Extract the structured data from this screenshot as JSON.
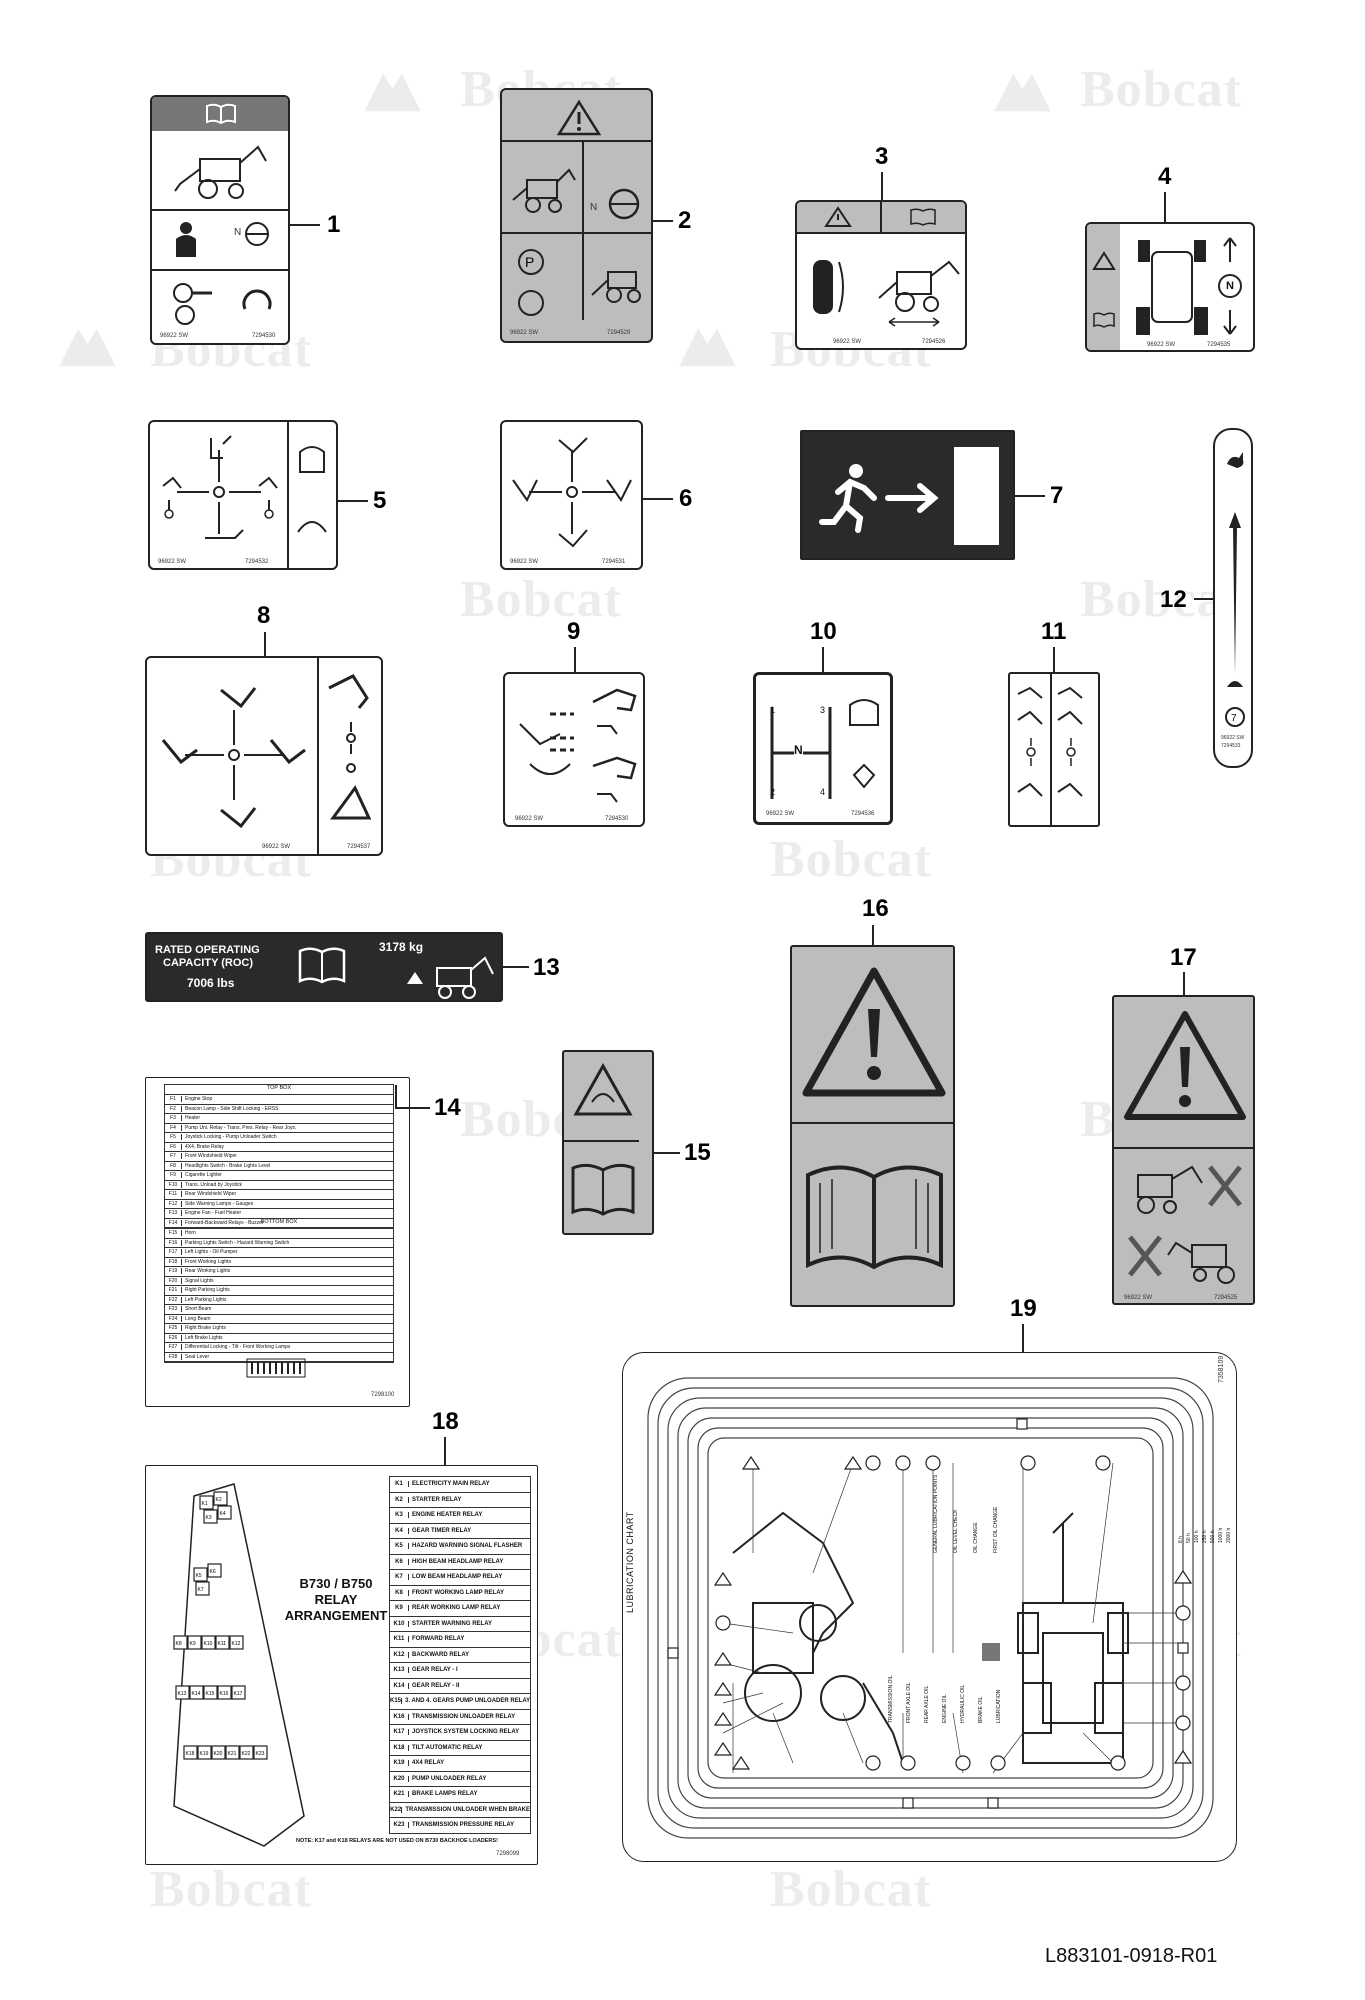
{
  "watermark_text": "Bobcat",
  "figure_code": "L883101-0918-R01",
  "callouts": [
    "1",
    "2",
    "3",
    "4",
    "5",
    "6",
    "7",
    "8",
    "9",
    "10",
    "11",
    "12",
    "13",
    "14",
    "15",
    "16",
    "17",
    "18",
    "19"
  ],
  "decal_codes": {
    "d1": [
      "96922 SW",
      "7294530"
    ],
    "d2": [
      "96922 SW",
      "7294529"
    ],
    "d3": [
      "96922 SW",
      "7294526"
    ],
    "d4": [
      "96922 SW",
      "7294535"
    ],
    "d5": [
      "96922 SW",
      "7294532"
    ],
    "d6": [
      "96922 SW",
      "7294531"
    ],
    "d8": [
      "96922 SW",
      "7294537"
    ],
    "d9": [
      "96922 SW",
      "7294530"
    ],
    "d10": [
      "96922 SW",
      "7294536"
    ],
    "d12": [
      "96922 SW",
      "7294533"
    ],
    "d17": [
      "96922 SW",
      "7294525"
    ],
    "d14": "7298100",
    "d18": "7298099",
    "d19": "7358109"
  },
  "decal13": {
    "line1": "RATED OPERATING",
    "line2": "CAPACITY (ROC)",
    "kg": "3178 kg",
    "lbs": "7006 lbs"
  },
  "decal10_labels": [
    "1",
    "3",
    "N",
    "2",
    "4"
  ],
  "decal4_label": "N",
  "decal2_label": "N",
  "decal1_label": "N",
  "decal14": {
    "top_title": "TOP BOX",
    "bottom_title": "BOTTOM BOX",
    "top_rows": [
      [
        "F1",
        "Engine Stop"
      ],
      [
        "F2",
        "Beacon Lamp - Side Shift Locking - ERSS"
      ],
      [
        "F3",
        "Heater"
      ],
      [
        "F4",
        "Pump Uni. Relay - Trans. Pres. Relay - Rear Joys."
      ],
      [
        "F5",
        "Joystick Locking - Pump Unloader Switch"
      ],
      [
        "F6",
        "4X4, Brake Relay"
      ],
      [
        "F7",
        "Front Windshield Wiper"
      ],
      [
        "F8",
        "Headlights Switch - Brake Lights Level"
      ],
      [
        "F9",
        "Cigarette Lighter"
      ],
      [
        "F10",
        "Trans. Unload by Joystick"
      ],
      [
        "F11",
        "Rear Windshield Wiper"
      ],
      [
        "F12",
        "Side Warning Lamps - Gauges"
      ],
      [
        "F13",
        "Engine Fan - Fuel Heater"
      ],
      [
        "F14",
        "Forward-Backward Relays - Buzzer"
      ]
    ],
    "bottom_rows": [
      [
        "F15",
        "Horn"
      ],
      [
        "F16",
        "Parking Lights Switch - Hazard Warning Switch"
      ],
      [
        "F17",
        "Left Lights - Oil Pumper"
      ],
      [
        "F18",
        "Front Working Lights"
      ],
      [
        "F19",
        "Rear Working Lights"
      ],
      [
        "F20",
        "Signal Lights"
      ],
      [
        "F21",
        "Right Parking Lights"
      ],
      [
        "F22",
        "Left Parking Lights"
      ],
      [
        "F23",
        "Short Beam"
      ],
      [
        "F24",
        "Long Beam"
      ],
      [
        "F25",
        "Right Brake Lights"
      ],
      [
        "F26",
        "Left Brake Lights"
      ],
      [
        "F27",
        "Differential Locking - Tilt - Front Working Lamps"
      ],
      [
        "F28",
        "Seat Lever"
      ]
    ]
  },
  "decal18": {
    "title_lines": [
      "B730 / B750",
      "RELAY",
      "ARRANGEMENT"
    ],
    "relays": [
      [
        "K1",
        "ELECTRICITY MAIN RELAY"
      ],
      [
        "K2",
        "STARTER RELAY"
      ],
      [
        "K3",
        "ENGINE HEATER RELAY"
      ],
      [
        "K4",
        "GEAR TIMER RELAY"
      ],
      [
        "K5",
        "HAZARD WARNING SIGNAL FLASHER"
      ],
      [
        "K6",
        "HIGH BEAM HEADLAMP RELAY"
      ],
      [
        "K7",
        "LOW BEAM HEADLAMP RELAY"
      ],
      [
        "K8",
        "FRONT WORKING LAMP RELAY"
      ],
      [
        "K9",
        "REAR WORKING LAMP RELAY"
      ],
      [
        "K10",
        "STARTER WARNING RELAY"
      ],
      [
        "K11",
        "FORWARD RELAY"
      ],
      [
        "K12",
        "BACKWARD RELAY"
      ],
      [
        "K13",
        "GEAR RELAY - I"
      ],
      [
        "K14",
        "GEAR RELAY - II"
      ],
      [
        "K15",
        "3. AND 4. GEARS PUMP UNLOADER RELAY"
      ],
      [
        "K16",
        "TRANSMISSION UNLOADER RELAY"
      ],
      [
        "K17",
        "JOYSTICK SYSTEM LOCKING RELAY"
      ],
      [
        "K18",
        "TILT AUTOMATIC RELAY"
      ],
      [
        "K19",
        "4X4 RELAY"
      ],
      [
        "K20",
        "PUMP UNLOADER RELAY"
      ],
      [
        "K21",
        "BRAKE LAMPS RELAY"
      ],
      [
        "K22",
        "TRANSMISSION UNLOADER WHEN BRAKE"
      ],
      [
        "K23",
        "TRANSMISSION PRESSURE RELAY"
      ]
    ],
    "note": "NOTE: K17 and K18 RELAYS ARE NOT USED ON B730 BACKHOE LOADERS!",
    "box_labels": [
      "K1",
      "K2",
      "K3",
      "K4",
      "K5",
      "K6",
      "K7",
      "K8",
      "K9",
      "K10",
      "K11",
      "K12",
      "K13",
      "K14",
      "K15",
      "K16",
      "K17",
      "K18",
      "K19",
      "K20",
      "K21",
      "K22",
      "K23"
    ]
  },
  "decal19": {
    "title": "LUBRICATION CHART",
    "legend": [
      "GENERAL LUBRICATION POINTS",
      "OIL LEVEL CHECK",
      "OIL CHANGE",
      "FIRST OIL CHANGE"
    ],
    "fluids": [
      "TRANSMISSION OIL",
      "FRONT AXLE OIL",
      "REAR AXLE OIL",
      "ENGINE OIL",
      "HYDRAULIC OIL",
      "BRAKE OIL",
      "LUBRICATION"
    ],
    "hours": [
      "8 h",
      "50 h",
      "100 h",
      "250 h",
      "500 h",
      "1000 h",
      "2000 h"
    ]
  }
}
